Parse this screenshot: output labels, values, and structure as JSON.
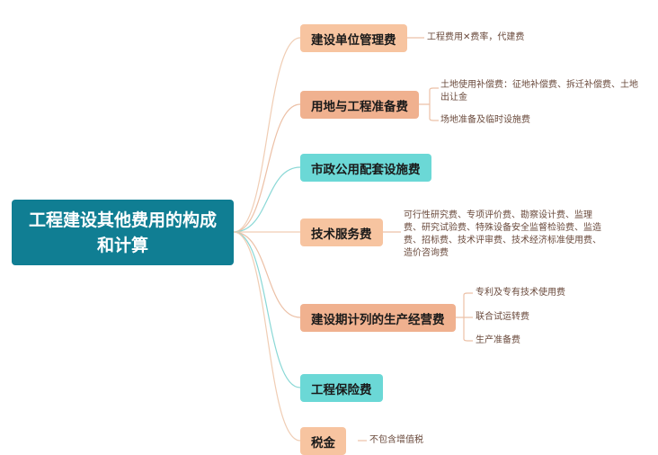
{
  "root": {
    "label": "工程建设其他费用的构成和计算"
  },
  "branches": [
    {
      "label": "建设单位管理费",
      "children": [
        "工程费用✕费率，代建费"
      ]
    },
    {
      "label": "用地与工程准备费",
      "children": [
        "土地使用补偿费：征地补偿费、拆迁补偿费、土地出让金",
        "场地准备及临时设施费"
      ]
    },
    {
      "label": "市政公用配套设施费",
      "children": []
    },
    {
      "label": "技术服务费",
      "children": [
        "可行性研究费、专项评价费、勘察设计费、监理费、研究试验费、特殊设备安全监督检验费、监造费、招标费、技术评审费、技术经济标准使用费、造价咨询费"
      ]
    },
    {
      "label": "建设期计列的生产经营费",
      "children": [
        "专利及专有技术使用费",
        "联合试运转费",
        "生产准备费"
      ]
    },
    {
      "label": "工程保险费",
      "children": []
    },
    {
      "label": "税金",
      "children": [
        "不包含增值税"
      ]
    }
  ],
  "colors": {
    "root": "#107e93",
    "peach": "#f7c4a0",
    "salmon": "#f0b18f",
    "teal": "#6bd8d6",
    "leaf_text": "#6a4a3c"
  }
}
